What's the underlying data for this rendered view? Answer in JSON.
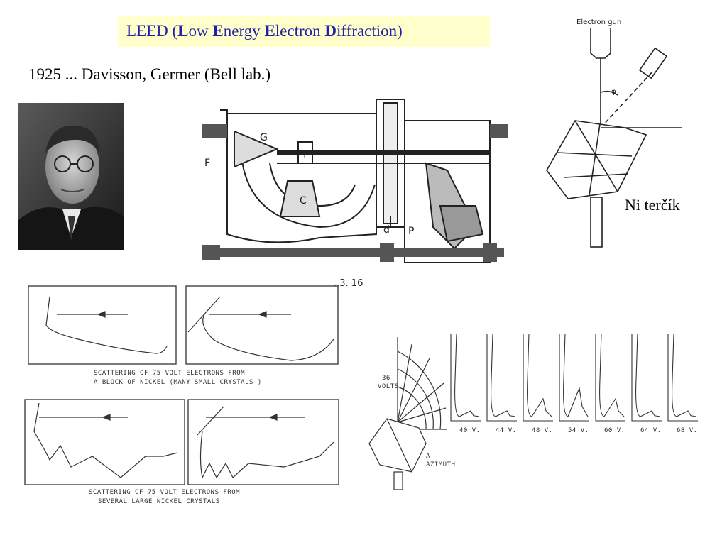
{
  "title": {
    "prefix": "LEED  (",
    "w1_initial": "L",
    "w1_rest": "ow ",
    "w2_initial": "E",
    "w2_rest": "nergy ",
    "w3_initial": "E",
    "w3_rest": "lectron ",
    "w4_initial": "D",
    "w4_rest": "iffraction)"
  },
  "subtitle": "1925 ... Davisson, Germer (Bell lab.)",
  "apparatus": {
    "labels": {
      "G": "G",
      "F": "F",
      "T": "T",
      "C": "C",
      "d": "d",
      "P": "P"
    },
    "figure_caption": "..3. 16"
  },
  "crystal": {
    "gun_label": "Electron gun",
    "angle_label": "φ",
    "target_label": "Ni terčík"
  },
  "polar_plots": {
    "caption_1_line1": "SCATTERING OF 75 VOLT ELECTRONS FROM",
    "caption_1_line2": "A BLOCK OF NICKEL (MANY SMALL CRYSTALS )",
    "caption_2_line1": "SCATTERING OF 75 VOLT ELECTRONS FROM",
    "caption_2_line2": "SEVERAL LARGE NICKEL CRYSTALS"
  },
  "voltage_series": {
    "left_label_1": "36",
    "left_label_2": "VOLTS",
    "azimuth_label_1": "A",
    "azimuth_label_2": "AZIMUTH",
    "voltages": [
      "40 V.",
      "44 V.",
      "48 V.",
      "54 V.",
      "60 V.",
      "64 V.",
      "68 V."
    ]
  },
  "colors": {
    "title_text": "#1f1fa8",
    "title_bg": "#ffffcc"
  }
}
